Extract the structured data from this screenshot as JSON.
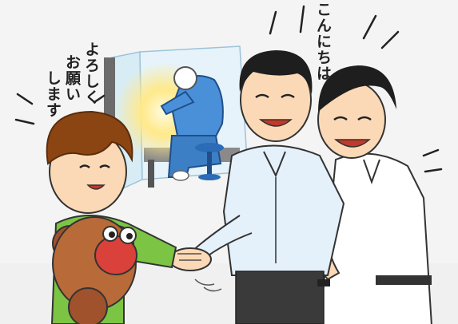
{
  "speech": {
    "greeting": "こんにちは",
    "request_line1": "よろしく",
    "request_line2": "お願い",
    "request_line3": "します"
  },
  "colors": {
    "background": "#f2f2f2",
    "floor": "#eeeeee",
    "booth_glass": "#cfe6f2",
    "welding_glow": "#fff3a8",
    "worker_uniform": "#4a90d9",
    "shirt_light_blue": "#e4f0fa",
    "shirt_white": "#ffffff",
    "hair_brown": "#8b4513",
    "hair_black": "#1e1e1e",
    "skin": "#fcd9b6",
    "trousers": "#3a3a3a",
    "mascot_brown": "#a0522d",
    "mascot_red": "#d9413a",
    "child_green": "#7cc444"
  }
}
